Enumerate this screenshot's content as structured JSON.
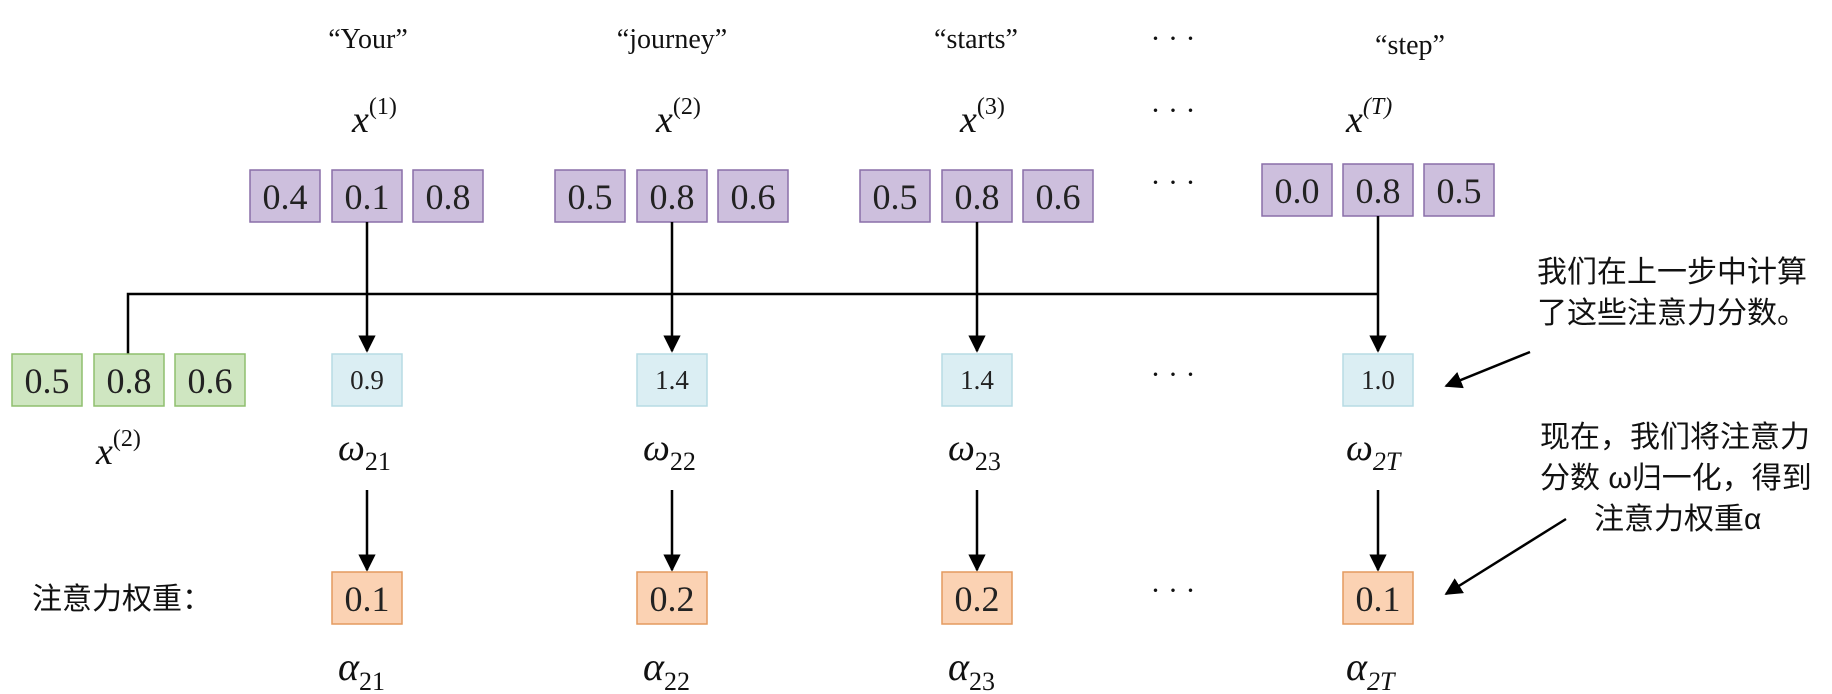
{
  "tokens": [
    {
      "word": "“Your”",
      "x_base": "x",
      "x_sup": "(1)",
      "vector": [
        "0.4",
        "0.1",
        "0.8"
      ],
      "score": "0.9",
      "omega_base": "ω",
      "omega_sub": "21",
      "weight": "0.1",
      "alpha_base": "α",
      "alpha_sub": "21"
    },
    {
      "word": "“journey”",
      "x_base": "x",
      "x_sup": "(2)",
      "vector": [
        "0.5",
        "0.8",
        "0.6"
      ],
      "score": "1.4",
      "omega_base": "ω",
      "omega_sub": "22",
      "weight": "0.2",
      "alpha_base": "α",
      "alpha_sub": "22"
    },
    {
      "word": "“starts”",
      "x_base": "x",
      "x_sup": "(3)",
      "vector": [
        "0.5",
        "0.8",
        "0.6"
      ],
      "score": "1.4",
      "omega_base": "ω",
      "omega_sub": "23",
      "weight": "0.2",
      "alpha_base": "α",
      "alpha_sub": "23"
    },
    {
      "word": "“step”",
      "x_base": "x",
      "x_sup": "(T)",
      "vector": [
        "0.0",
        "0.8",
        "0.5"
      ],
      "score": "1.0",
      "omega_base": "ω",
      "omega_sub": "2T",
      "weight": "0.1",
      "alpha_base": "α",
      "alpha_sub": "2T"
    }
  ],
  "ellipsis": "· · ·",
  "query": {
    "vector": [
      "0.5",
      "0.8",
      "0.6"
    ],
    "x_base": "x",
    "x_sup": "(2)"
  },
  "weights_label": "注意力权重：",
  "annotations": {
    "scores_note": [
      "我们在上一步中计算",
      "了这些注意力分数。"
    ],
    "normalize_note": [
      "现在，我们将注意力",
      "分数 ω归一化，得到",
      "注意力权重α"
    ]
  },
  "colors": {
    "input_fill": "#cdbfdd",
    "input_stroke": "#8a6fa8",
    "query_fill": "#cfe6c1",
    "query_stroke": "#8fbf6e",
    "score_fill": "#dbeef3",
    "score_stroke": "#b7dbe4",
    "weight_fill": "#fbd2b3",
    "weight_stroke": "#e49a5f",
    "line": "#000000"
  }
}
